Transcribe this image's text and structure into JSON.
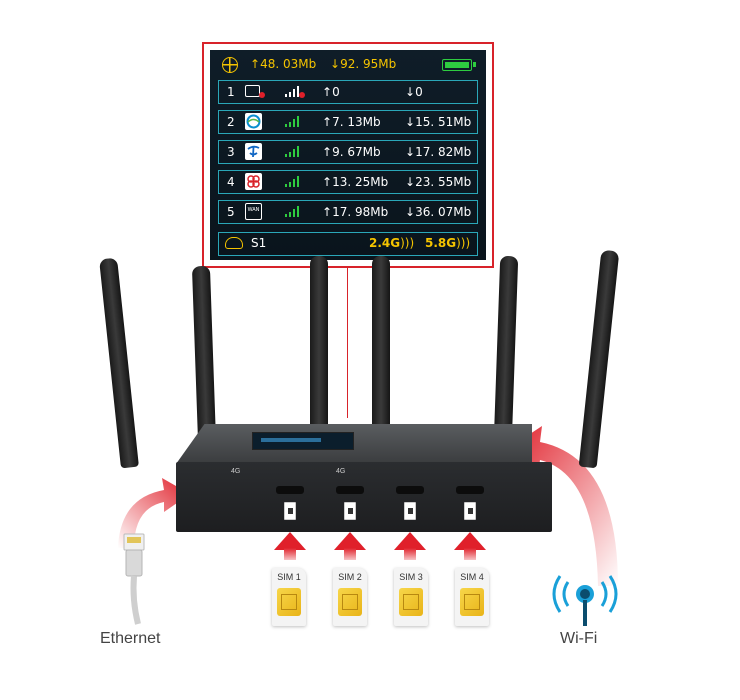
{
  "screen": {
    "upload_total": "48. 03Mb",
    "download_total": "92. 95Mb",
    "rows": [
      {
        "num": "1",
        "up": "0",
        "down": "0"
      },
      {
        "num": "2",
        "up": "7. 13Mb",
        "down": "15. 51Mb"
      },
      {
        "num": "3",
        "up": "9. 67Mb",
        "down": "17. 82Mb"
      },
      {
        "num": "4",
        "up": "13. 25Mb",
        "down": "23. 55Mb"
      },
      {
        "num": "5",
        "up": "17. 98Mb",
        "down": "36. 07Mb"
      }
    ],
    "server_name": "S1",
    "band_24": "2.4G",
    "band_58": "5.8G",
    "wan_label": "WAN"
  },
  "router": {
    "port_label_1": "4G",
    "port_label_2": "4G"
  },
  "sims": [
    {
      "label": "SIM 1"
    },
    {
      "label": "SIM 2"
    },
    {
      "label": "SIM 3"
    },
    {
      "label": "SIM 4"
    }
  ],
  "captions": {
    "ethernet": "Ethernet",
    "wifi": "Wi-Fi"
  },
  "arrows": {
    "up": "↑",
    "down": "↓"
  },
  "colors": {
    "accent_red": "#e0202a",
    "screen_yellow": "#f5c400",
    "screen_border": "#2aa7b8",
    "signal_green": "#2ecc40",
    "wifi_blue": "#1aa0d8"
  }
}
